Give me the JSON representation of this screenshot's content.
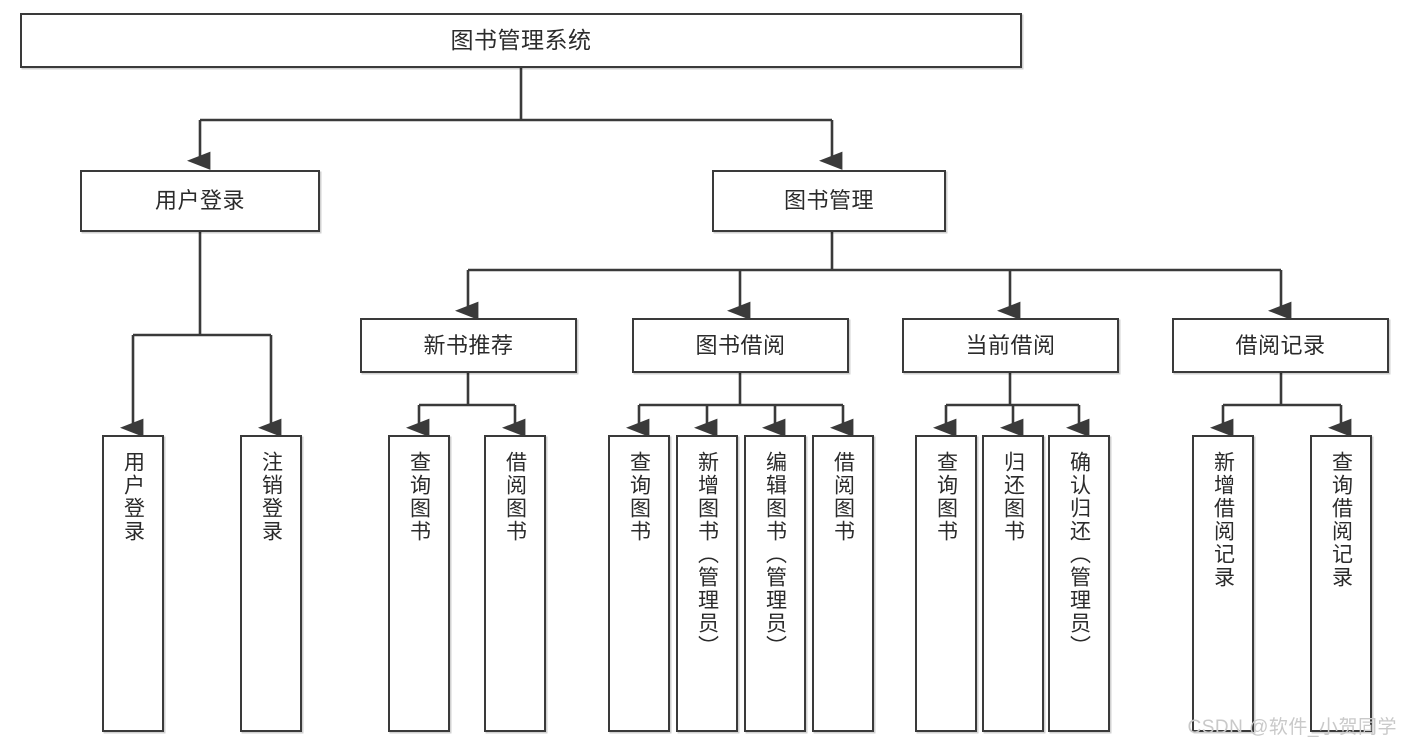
{
  "diagram": {
    "title": "图书管理系统",
    "type": "tree-hierarchy-diagram",
    "watermark": "CSDN @软件_小贺同学",
    "colors": {
      "stroke": "#3a3a3a",
      "fill": "#ffffff",
      "text": "#2b2b2b",
      "watermark": "#c9c9c9"
    },
    "nodes": {
      "root": {
        "label": "图书管理系统"
      },
      "level1": [
        {
          "id": "user-login",
          "label": "用户登录"
        },
        {
          "id": "book-management",
          "label": "图书管理"
        }
      ],
      "level2": [
        {
          "id": "new-book-recommend",
          "label": "新书推荐"
        },
        {
          "id": "book-borrow",
          "label": "图书借阅"
        },
        {
          "id": "current-borrow",
          "label": "当前借阅"
        },
        {
          "id": "borrow-record",
          "label": "借阅记录"
        }
      ],
      "leaves": {
        "user_login": [
          {
            "id": "leaf-user-login",
            "label": "用户登录"
          },
          {
            "id": "leaf-user-logout",
            "label": "注销登录"
          }
        ],
        "new_book_recommend": [
          {
            "id": "leaf-query-book-1",
            "label": "查询图书"
          },
          {
            "id": "leaf-borrow-book-1",
            "label": "借阅图书"
          }
        ],
        "book_borrow": [
          {
            "id": "leaf-query-book-2",
            "label": "查询图书"
          },
          {
            "id": "leaf-add-book",
            "label": "新增图书（管理员）"
          },
          {
            "id": "leaf-edit-book",
            "label": "编辑图书（管理员）"
          },
          {
            "id": "leaf-borrow-book-2",
            "label": "借阅图书"
          }
        ],
        "current_borrow": [
          {
            "id": "leaf-query-book-3",
            "label": "查询图书"
          },
          {
            "id": "leaf-return-book",
            "label": "归还图书"
          },
          {
            "id": "leaf-confirm-return",
            "label": "确认归还（管理员）"
          }
        ],
        "borrow_record": [
          {
            "id": "leaf-add-record",
            "label": "新增借阅记录"
          },
          {
            "id": "leaf-query-record",
            "label": "查询借阅记录"
          }
        ]
      }
    }
  }
}
